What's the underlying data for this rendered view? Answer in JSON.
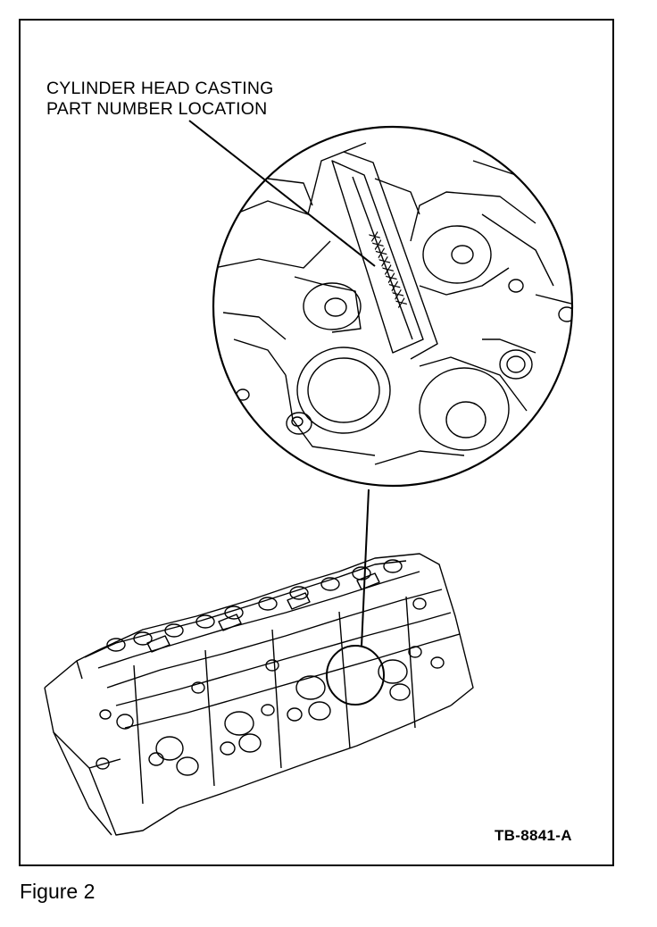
{
  "callout": {
    "line1": "CYLINDER HEAD CASTING",
    "line2": "PART NUMBER LOCATION"
  },
  "part_number_mark": "XXXXXXXXX",
  "figure_id": "TB-8841-A",
  "caption": "Figure 2"
}
